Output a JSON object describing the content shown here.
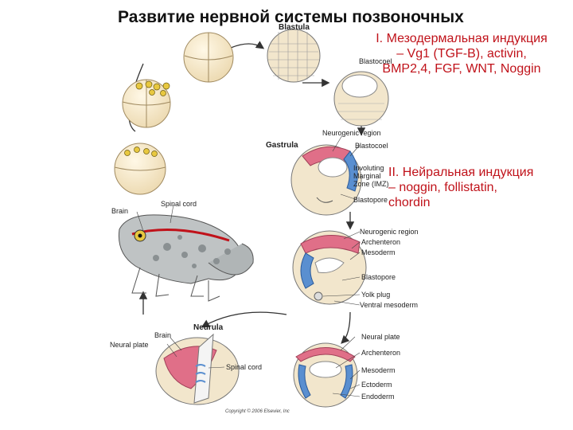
{
  "title": "Развитие нервной системы позвоночных",
  "induction": {
    "mesoderm": [
      "I. Мезодермальная индукция",
      "– Vg1 (TGF-B), activin,",
      "BMP2,4, FGF, WNT, Noggin"
    ],
    "neural": [
      "II. Нейральная индукция",
      "– noggin, follistatin,",
      "chordin"
    ]
  },
  "stages": {
    "blastula": "Blastula",
    "gastrula": "Gastrula",
    "neurula": "Neurula"
  },
  "labels": {
    "blastocoel1": "Blastocoel",
    "neurogenic1": "Neurogenic region",
    "blastocoel2": "Blastocoel",
    "involuting": "Involuting",
    "marginal": "Marginal",
    "zone": "Zone (IMZ)",
    "blastopore1": "Blastopore",
    "neurogenic2": "Neurogenic region",
    "archenteron1": "Archenteron",
    "mesoderm1": "Mesoderm",
    "blastopore2": "Blastopore",
    "yolk_plug": "Yolk plug",
    "ventral_mesoderm": "Ventral mesoderm",
    "brain1": "Brain",
    "spinal_cord1": "Spinal cord",
    "brain2": "Brain",
    "neural_plate1": "Neural plate",
    "spinal_cord2": "Spinal cord",
    "neural_plate2": "Neural plate",
    "archenteron2": "Archenteron",
    "mesoderm2": "Mesoderm",
    "ectoderm": "Ectoderm",
    "endoderm": "Endoderm"
  },
  "copyright": "Copyright © 2006 Elsevier, Inc",
  "colors": {
    "accent_red": "#c0121a",
    "egg": "#f6e8c8",
    "neural_pink": "#e06f88",
    "mesoderm_blue": "#5a8fd0"
  }
}
